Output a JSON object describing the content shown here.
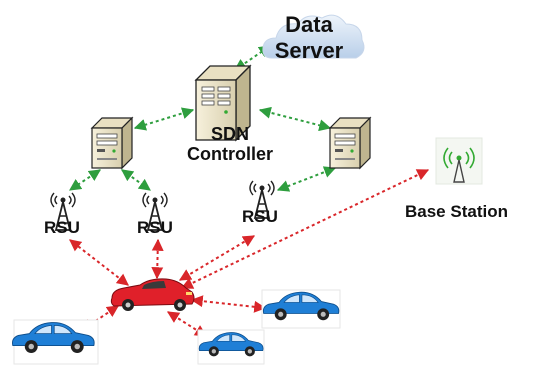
{
  "diagram": {
    "data_server": {
      "line1": "Data",
      "line2": "Server"
    },
    "sdn_controller": {
      "line1": "SDN",
      "line2": "Controller"
    },
    "base_station": {
      "label": "Base Station"
    },
    "rsus": [
      {
        "label": "RSU"
      },
      {
        "label": "RSU"
      },
      {
        "label": "RSU"
      }
    ],
    "colors": {
      "green_link": "#2e9e3e",
      "red_link": "#d9262a",
      "cloud": "#d6e4f5",
      "ego_car": "#e0202a",
      "blue_car": "#1f7fd6",
      "server_body": "#efe6c8"
    }
  }
}
